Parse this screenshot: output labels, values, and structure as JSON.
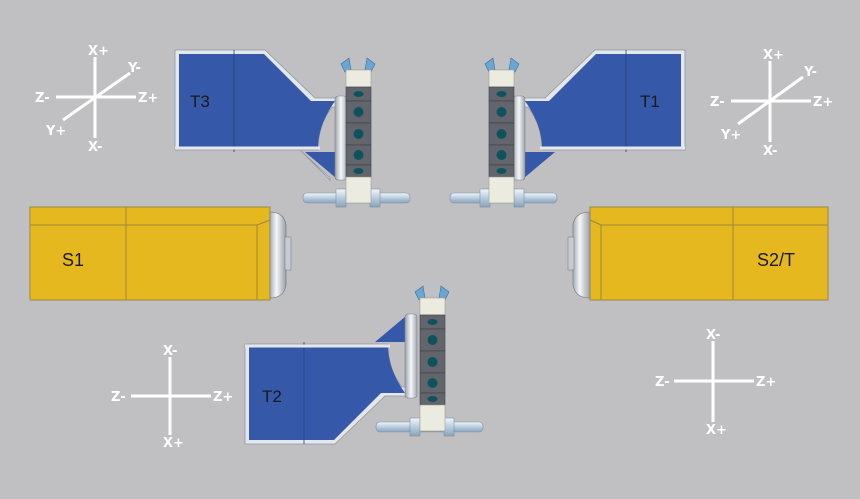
{
  "diagram": {
    "background_color": "#c0c0c3",
    "colors": {
      "tool_blue": "#3658a8",
      "tool_edge": "#e4e8ee",
      "spindle_yellow": "#e5b820",
      "spindle_line": "#9a8a40",
      "holder_gray": "#5e6268",
      "holder_dot": "#10525c",
      "holder_cap": "#ecebe0",
      "insert_blue": "#6aa6d2",
      "chuck_silver": "#d8dce2"
    },
    "tools": {
      "t3": {
        "label": "T3"
      },
      "t1": {
        "label": "T1"
      },
      "t2": {
        "label": "T2"
      }
    },
    "spindles": {
      "s1": {
        "label": "S1"
      },
      "s2": {
        "label": "S2/T"
      }
    },
    "axes": {
      "top_left": {
        "x_pos": "X+",
        "x_neg": "X-",
        "z_pos": "Z+",
        "z_neg": "Z-",
        "y_pos": "Y+",
        "y_neg": "Y-"
      },
      "top_right": {
        "x_pos": "X+",
        "x_neg": "X-",
        "z_pos": "Z+",
        "z_neg": "Z-",
        "y_pos": "Y+",
        "y_neg": "Y-"
      },
      "bottom_left": {
        "x_top": "X-",
        "x_bottom": "X+",
        "z_pos": "Z+",
        "z_neg": "Z-"
      },
      "bottom_right": {
        "x_top": "X-",
        "x_bottom": "X+",
        "z_pos": "Z+",
        "z_neg": "Z-"
      }
    }
  }
}
